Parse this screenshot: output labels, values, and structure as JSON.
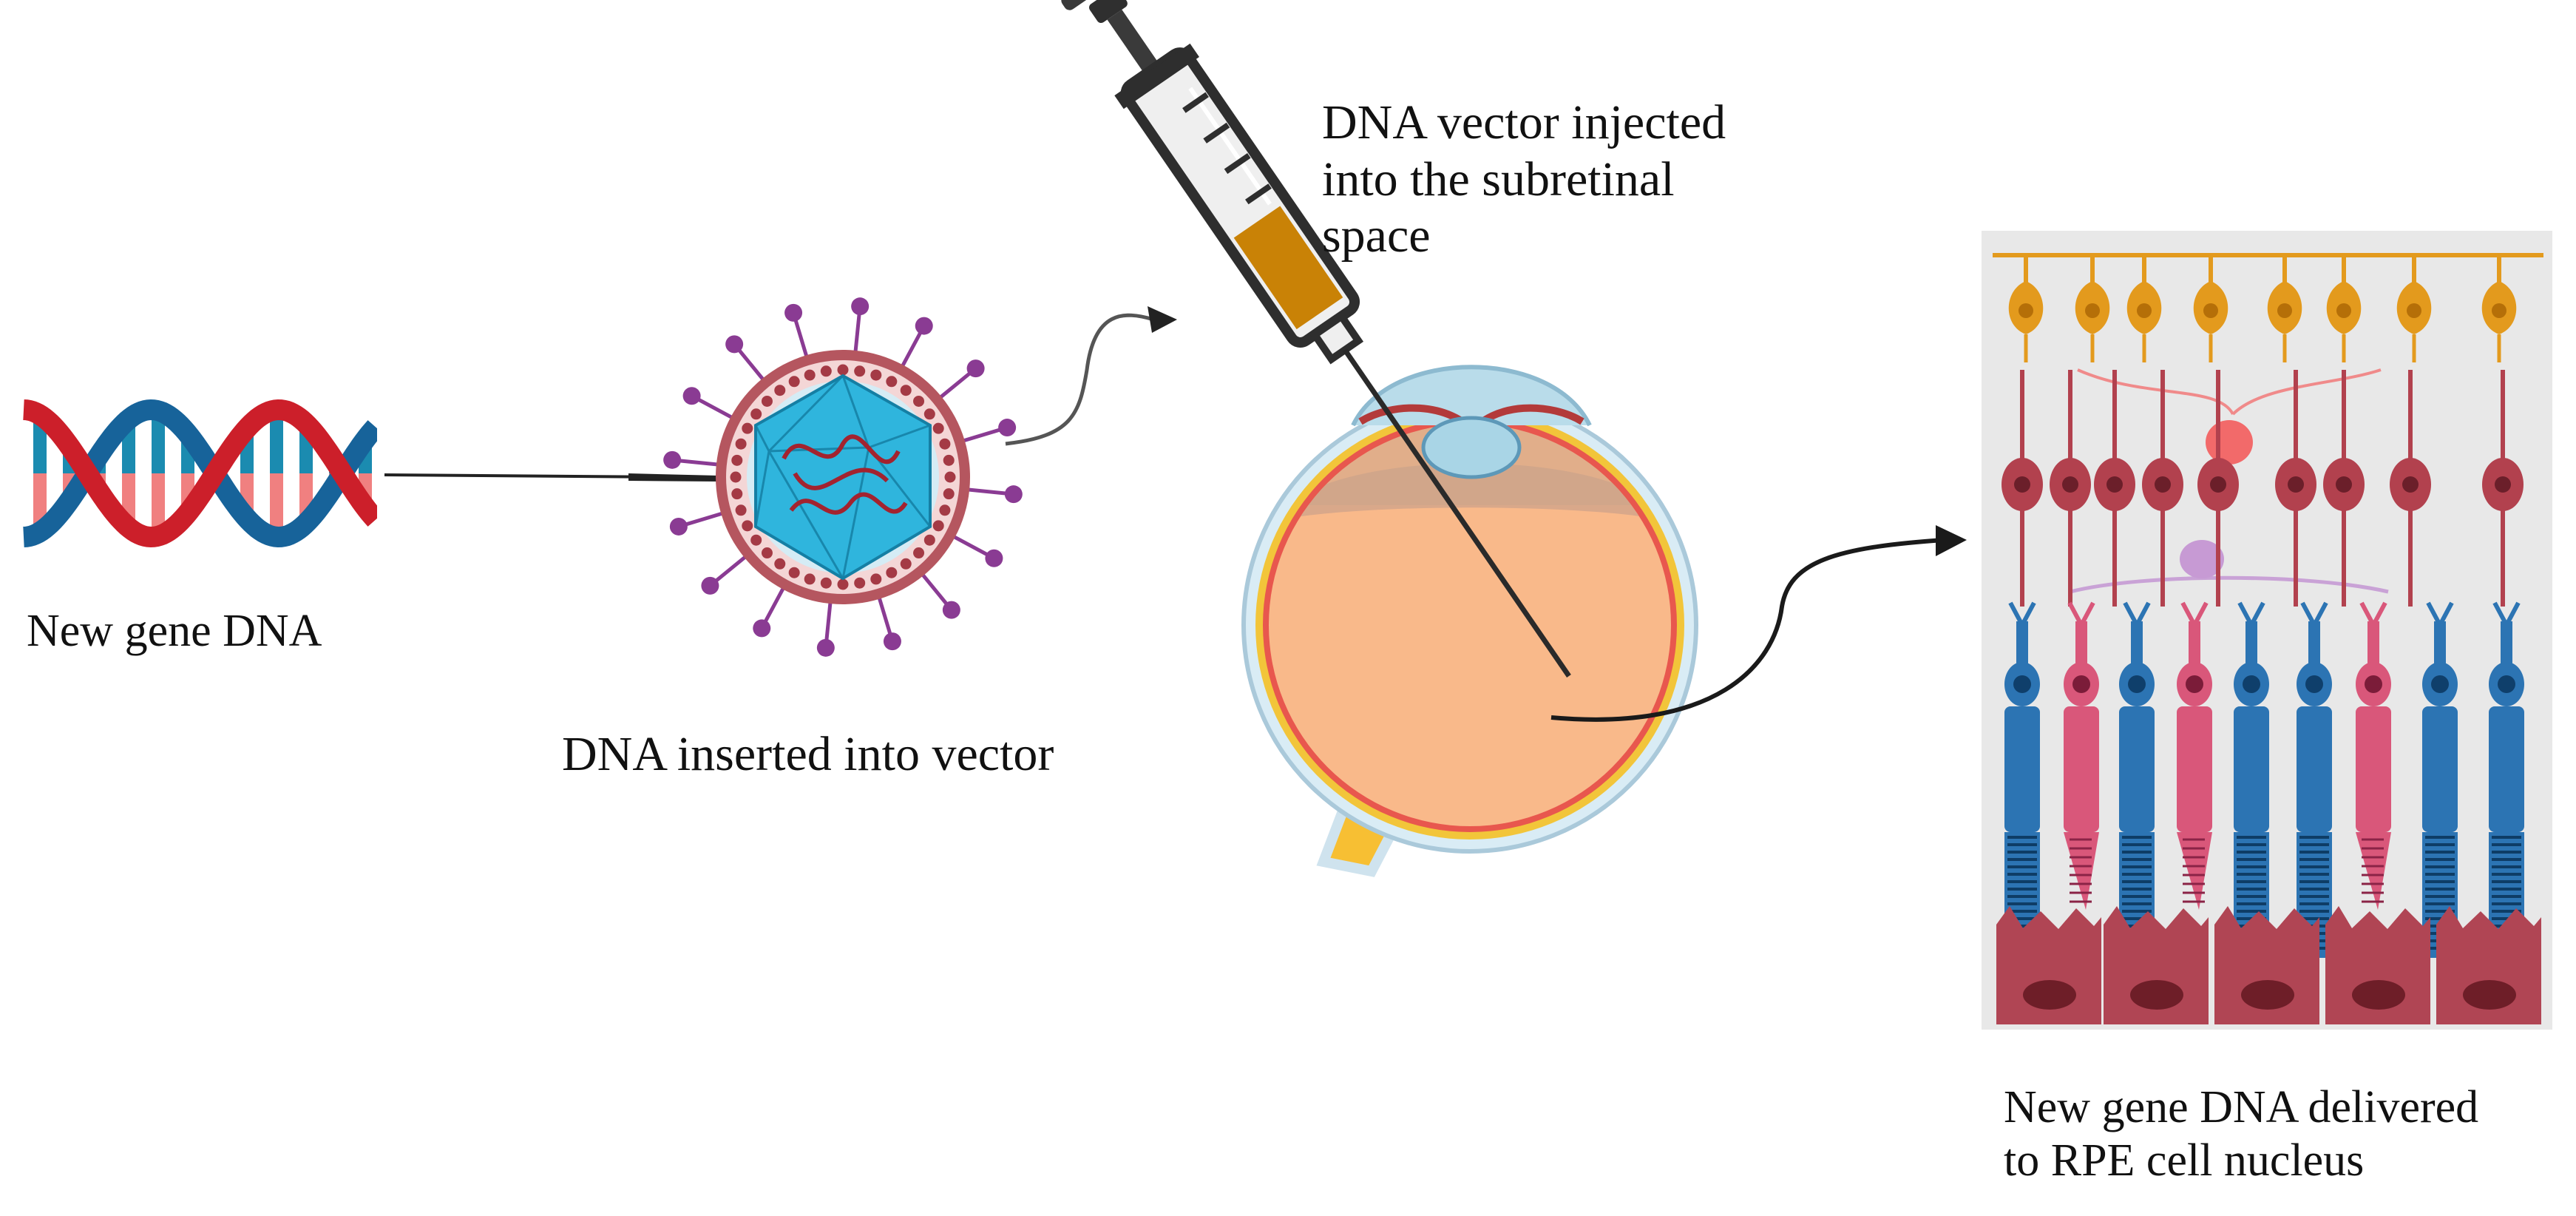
{
  "labels": {
    "new_gene_dna": "New gene DNA",
    "dna_inserted": "DNA inserted into vector",
    "injected_line1": "DNA vector injected",
    "injected_line2": "into the subretinal",
    "injected_line3": "space",
    "delivered_line1": "New gene DNA delivered",
    "delivered_line2": "to RPE cell nucleus"
  },
  "colors": {
    "dna_red": "#cc1f2a",
    "dna_blue": "#17639a",
    "rung_pink": "#f08080",
    "rung_teal": "#1b8bb0",
    "virus_capsid": "#2fb5dd",
    "virus_ring": "#b5565f",
    "virus_spike": "#8a3b93",
    "syringe_fill": "#c98206",
    "eye_body": "#f9b98a",
    "optic_nerve": "#f7bf33",
    "panel_bg": "#e8e8e8",
    "ganglion": "#e39a1d",
    "bipolar": "#b2414e",
    "rod": "#2c74b3",
    "cone": "#d9577a",
    "rpe": "#b04554"
  },
  "icons": [
    "dna-helix-icon",
    "virus-vector-icon",
    "syringe-icon",
    "eye-cross-section-icon",
    "retina-layers-icon"
  ]
}
